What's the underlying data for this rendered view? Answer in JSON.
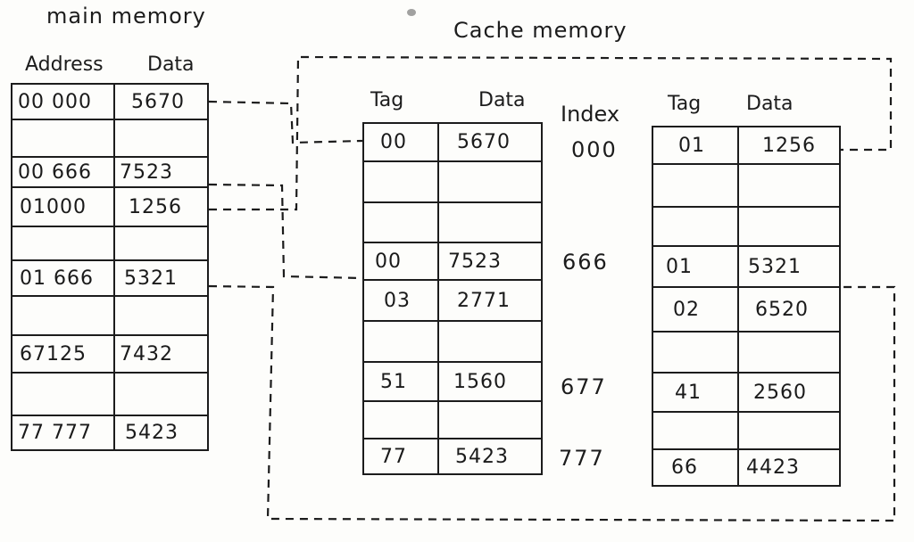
{
  "main_memory": {
    "title": "main memory",
    "headers": {
      "address": "Address",
      "data": "Data"
    },
    "rows": [
      {
        "address": "00 000",
        "data": "5670"
      },
      {
        "address": "",
        "data": ""
      },
      {
        "address": "00 666",
        "data": "7523"
      },
      {
        "address": "01000",
        "data": "1256"
      },
      {
        "address": "",
        "data": ""
      },
      {
        "address": "01 666",
        "data": "5321"
      },
      {
        "address": "",
        "data": ""
      },
      {
        "address": "67125",
        "data": "7432"
      },
      {
        "address": "",
        "data": ""
      },
      {
        "address": "77 777",
        "data": "5423"
      }
    ]
  },
  "cache_memory": {
    "title": "Cache memory",
    "way1": {
      "headers": {
        "tag": "Tag",
        "data": "Data"
      },
      "rows": [
        {
          "tag": "00",
          "data": "5670"
        },
        {
          "tag": "",
          "data": ""
        },
        {
          "tag": "",
          "data": ""
        },
        {
          "tag": "00",
          "data": "7523"
        },
        {
          "tag": "03",
          "data": "2771"
        },
        {
          "tag": "",
          "data": ""
        },
        {
          "tag": "51",
          "data": "1560"
        },
        {
          "tag": "",
          "data": ""
        },
        {
          "tag": "77",
          "data": "5423"
        }
      ]
    },
    "index": {
      "header": "Index",
      "values": [
        "000",
        "666",
        "677",
        "777"
      ]
    },
    "way2": {
      "headers": {
        "tag": "Tag",
        "data": "Data"
      },
      "rows": [
        {
          "tag": "01",
          "data": "1256"
        },
        {
          "tag": "",
          "data": ""
        },
        {
          "tag": "",
          "data": ""
        },
        {
          "tag": "01",
          "data": "5321"
        },
        {
          "tag": "02",
          "data": "6520"
        },
        {
          "tag": "",
          "data": ""
        },
        {
          "tag": "41",
          "data": "2560"
        },
        {
          "tag": "",
          "data": ""
        },
        {
          "tag": "66",
          "data": "4423"
        }
      ]
    }
  },
  "colors": {
    "ink": "#1c1c1c",
    "paper": "#fdfdfb"
  }
}
